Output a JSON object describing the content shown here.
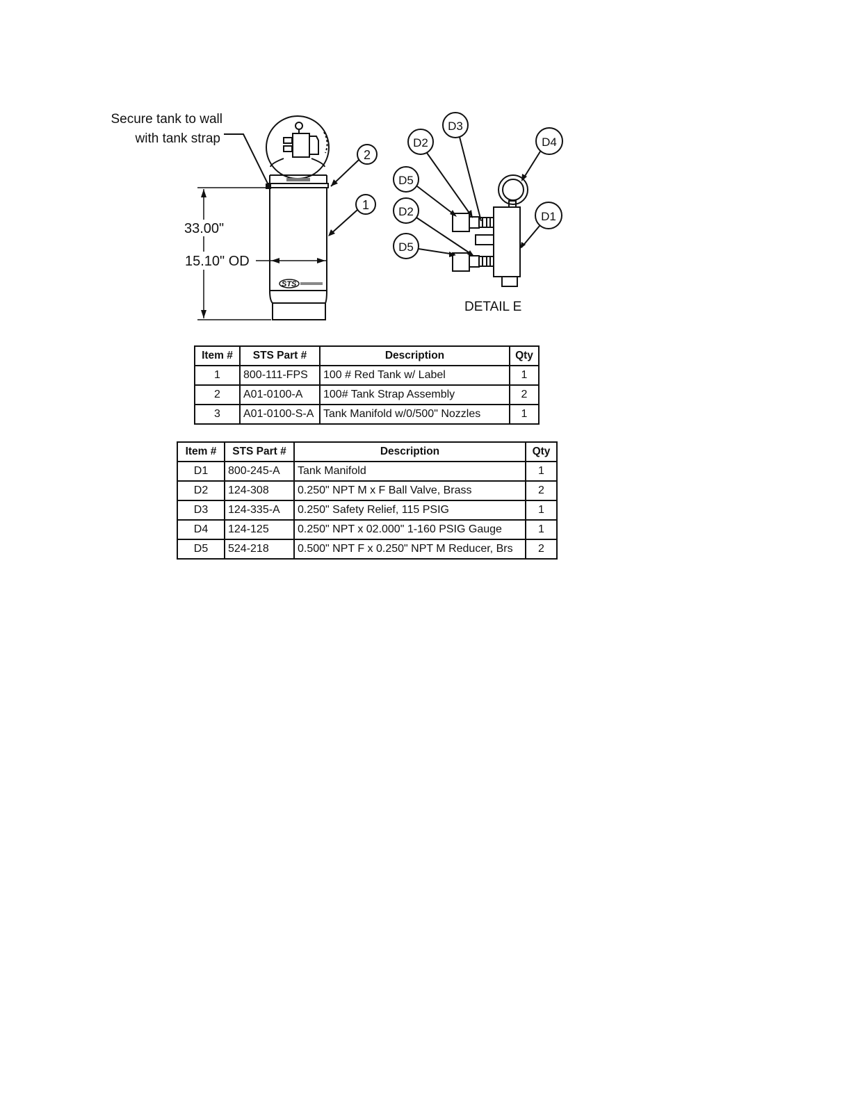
{
  "drawing": {
    "note_line1": "Secure tank to wall",
    "note_line2": "with tank strap",
    "dim_height": "33.00\"",
    "dim_od": "15.10\" OD",
    "detail_title": "DETAIL E",
    "tank_logo": "STS",
    "balloons": {
      "b1": "1",
      "b2": "2",
      "d1": "D1",
      "d2a": "D2",
      "d2b": "D2",
      "d3": "D3",
      "d4": "D4",
      "d5a": "D5",
      "d5b": "D5"
    }
  },
  "table_main": {
    "headers": [
      "Item #",
      "STS Part #",
      "Description",
      "Qty"
    ],
    "rows": [
      [
        "1",
        "800-111-FPS",
        "100 # Red Tank w/ Label",
        "1"
      ],
      [
        "2",
        "A01-0100-A",
        "100# Tank Strap Assembly",
        "2"
      ],
      [
        "3",
        "A01-0100-S-A",
        "Tank Manifold w/0/500\" Nozzles",
        "1"
      ]
    ]
  },
  "table_detail": {
    "headers": [
      "Item #",
      "STS Part #",
      "Description",
      "Qty"
    ],
    "rows": [
      [
        "D1",
        "800-245-A",
        "Tank Manifold",
        "1"
      ],
      [
        "D2",
        "124-308",
        "0.250\" NPT M x F Ball Valve, Brass",
        "2"
      ],
      [
        "D3",
        "124-335-A",
        "0.250\" Safety Relief, 115 PSIG",
        "1"
      ],
      [
        "D4",
        "124-125",
        "0.250\" NPT x 02.000\" 1-160 PSIG Gauge",
        "1"
      ],
      [
        "D5",
        "524-218",
        "0.500\" NPT F x 0.250\" NPT M Reducer, Brs",
        "2"
      ]
    ]
  }
}
